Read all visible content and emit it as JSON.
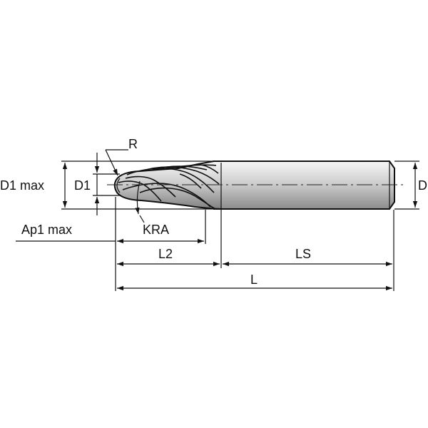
{
  "labels": {
    "r": "R",
    "d1_max": "D1 max",
    "d1": "D1",
    "d": "D",
    "kra": "KRA",
    "ap1_max": "Ap1 max",
    "l2": "L2",
    "ls": "LS",
    "l": "L"
  },
  "colors": {
    "shank_light": "#f4f4f4",
    "shank_dark": "#8a8a8a",
    "line": "#111111"
  }
}
